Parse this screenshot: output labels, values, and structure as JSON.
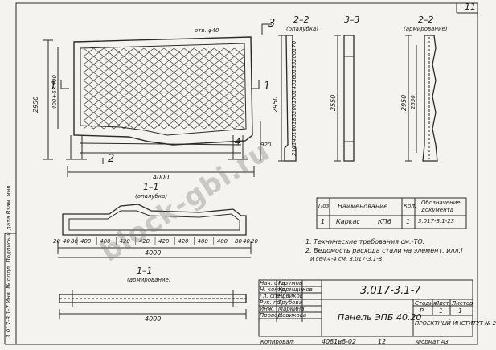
{
  "sheet_number": "11",
  "watermark": "block-gbi.ru",
  "views": {
    "sec22_left": {
      "title": "2–2",
      "subtitle": "(опалубка)"
    },
    "sec33": {
      "title": "3–3"
    },
    "sec22_right": {
      "title": "2–2",
      "subtitle": "(армирование)"
    },
    "sec11_top": {
      "title": "1–1",
      "subtitle": "(опалубка)"
    },
    "sec11_bottom": {
      "title": "1–1",
      "subtitle": "(армирование)"
    }
  },
  "cut_marks": {
    "one_left": "1",
    "one_right": "1",
    "two": "2",
    "three": "3",
    "four": "4"
  },
  "elevation": {
    "overall_length": "4000",
    "height": "2950",
    "left_dim": "400+6×400",
    "hole_note": "отв. φ40",
    "bottom_dim": "920"
  },
  "section_dims": {
    "height": "2950",
    "inner": "2550",
    "stack": [
      "170",
      "200",
      "185",
      "160",
      "145",
      "170",
      "200",
      "185",
      "160",
      "140",
      "210"
    ]
  },
  "plan_dims": {
    "segments": [
      "400",
      "400",
      "420",
      "420",
      "420",
      "420",
      "400",
      "400"
    ],
    "ends": [
      "20",
      "40",
      "80",
      "80",
      "40",
      "20"
    ],
    "overall": "4000"
  },
  "table": {
    "headers": [
      "Поз.",
      "Наименование",
      "Кол.",
      "Обозначение документа"
    ],
    "rows": [
      {
        "pos": "1",
        "name": "Каркас",
        "mark": "КП6",
        "qty": "1",
        "doc": "3.017-3.1-23"
      }
    ]
  },
  "notes": [
    "1. Технические требования см.-ТО.",
    "2. Ведомость расхода стали на элемент, илл.I",
    "и сеч.4-4 см. 3.017-3.1-8"
  ],
  "title_block": {
    "code": "3.017-3.1-7",
    "title": "Панель ЭПБ 40.20",
    "stage_header": [
      "Стадия",
      "Лист",
      "Листов"
    ],
    "stage": "Р",
    "sheet": "1",
    "sheets": "1",
    "org": "ПРОЕКТНЫЙ ИНСТИТУТ № 2",
    "roles": [
      "Нач. отд.",
      "Н. контр.",
      "Гл. спец.",
      "Рук. гр.",
      "Инж.",
      "Провер."
    ],
    "names": [
      "Разумов",
      "Кормщиков",
      "Новиков",
      "Трубова",
      "Маркина",
      "Новикова"
    ]
  },
  "footer": {
    "copied": "Копировал:",
    "num": "4081в8-02",
    "year": "12",
    "format": "Формат А3"
  },
  "side_stamp": "3.017-3.1-7   Инв. № подл.  Подпись и дата  Взам. инв."
}
